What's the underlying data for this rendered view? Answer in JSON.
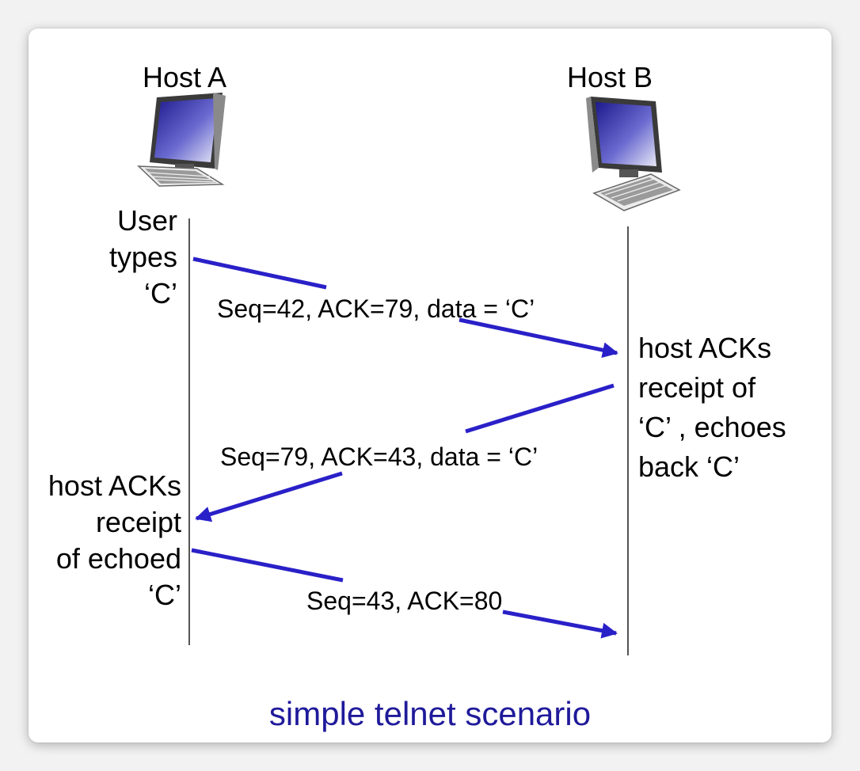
{
  "hosts": {
    "a": {
      "label": "Host A",
      "icon": "desktop-computer-icon"
    },
    "b": {
      "label": "Host B",
      "icon": "desktop-computer-icon"
    }
  },
  "notes": {
    "a_user": [
      "User",
      "types",
      "‘C’"
    ],
    "b_ack": [
      "host ACKs",
      "receipt of",
      "‘C’ , echoes",
      "back  ‘C’"
    ],
    "a_ack": [
      "host ACKs",
      "receipt",
      "of echoed",
      "‘C’"
    ]
  },
  "messages": [
    {
      "label": "Seq=42, ACK=79, data =  ‘C’",
      "from": "Host A",
      "to": "Host B"
    },
    {
      "label": "Seq=79, ACK=43, data =  ‘C’",
      "from": "Host B",
      "to": "Host A"
    },
    {
      "label": "Seq=43, ACK=80",
      "from": "Host A",
      "to": "Host B"
    }
  ],
  "caption": "simple telnet scenario",
  "colors": {
    "arrow": "#2a20c8",
    "caption": "#1f1a9a",
    "timeline": "#555555"
  }
}
